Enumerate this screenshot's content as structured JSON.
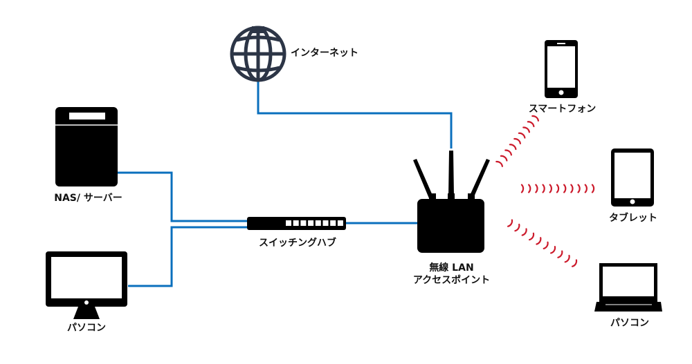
{
  "diagram": {
    "title": "Network configuration",
    "colors": {
      "cable": "#0a6fbd",
      "wireless": "#cc1a2b",
      "device": "#000000",
      "globe": "#2c3546"
    },
    "nodes": {
      "internet": {
        "label": "インターネット",
        "icon": "globe-icon"
      },
      "nas": {
        "label": "NAS/ サーバー",
        "icon": "server-icon"
      },
      "desktop_pc": {
        "label": "パソコン",
        "icon": "desktop-monitor-icon"
      },
      "switch_hub": {
        "label": "スイッチングハブ",
        "icon": "switch-hub-icon",
        "ports": 8
      },
      "access_point": {
        "label_line1": "無線 LAN",
        "label_line2": "アクセスポイント",
        "icon": "wireless-router-icon",
        "antennas": 3
      },
      "smartphone": {
        "label": "スマートフォン",
        "icon": "smartphone-icon"
      },
      "tablet": {
        "label": "タブレット",
        "icon": "tablet-icon"
      },
      "laptop_pc": {
        "label": "パソコン",
        "icon": "laptop-icon"
      }
    },
    "connections": [
      {
        "from": "internet",
        "to": "access_point",
        "type": "wired"
      },
      {
        "from": "nas",
        "to": "switch_hub",
        "type": "wired"
      },
      {
        "from": "desktop_pc",
        "to": "switch_hub",
        "type": "wired"
      },
      {
        "from": "switch_hub",
        "to": "access_point",
        "type": "wired"
      },
      {
        "from": "access_point",
        "to": "smartphone",
        "type": "wireless"
      },
      {
        "from": "access_point",
        "to": "tablet",
        "type": "wireless"
      },
      {
        "from": "access_point",
        "to": "laptop_pc",
        "type": "wireless"
      }
    ]
  }
}
